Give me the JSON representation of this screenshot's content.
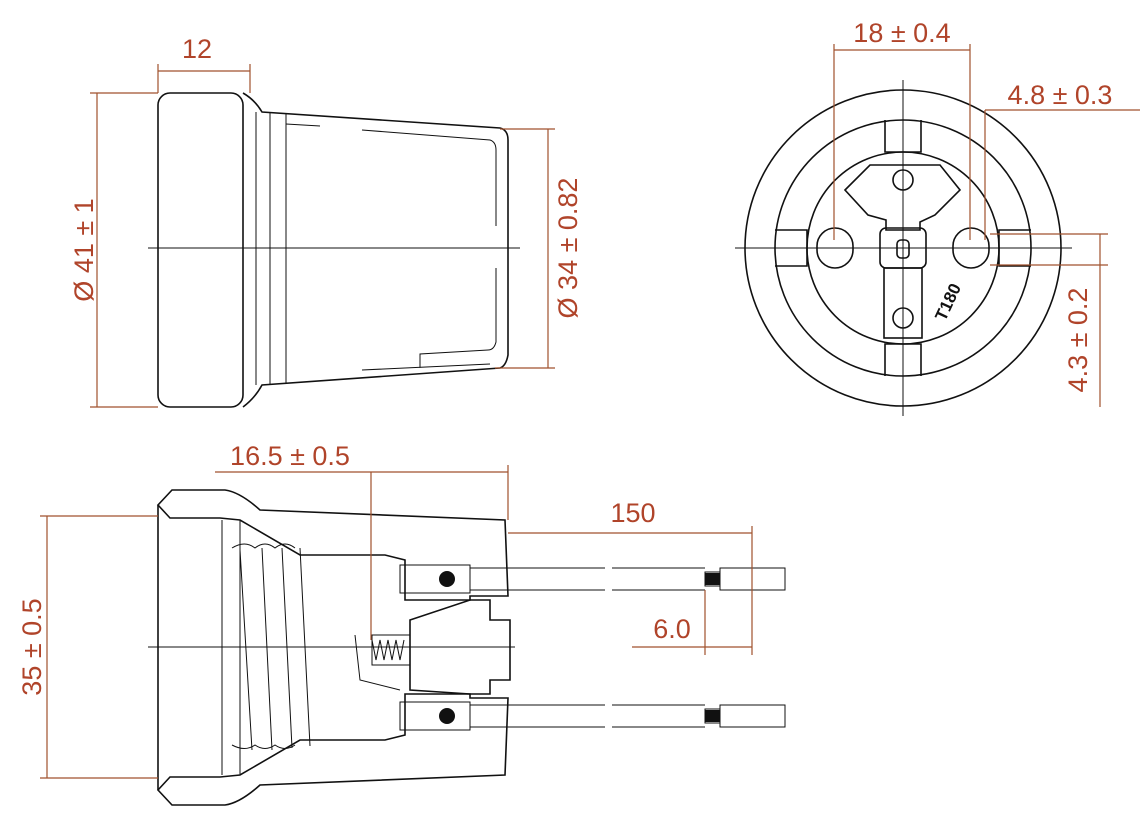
{
  "title": "Lamp holder technical drawing",
  "side_view": {
    "dim_length": "12",
    "dim_outer_diameter": "Ø 41 ± 1",
    "dim_rear_diameter": "Ø 34 ± 0.82"
  },
  "end_view": {
    "dim_width": "18 ± 0.4",
    "dim_slot": "4.8 ± 0.3",
    "dim_height": "4.3 ± 0.2",
    "marking": "T180"
  },
  "section_view": {
    "dim_depth": "16.5 ± 0.5",
    "dim_wire_length": "150",
    "dim_strip_length": "6.0",
    "dim_height": "35 ± 0.5"
  },
  "colors": {
    "dimension": "#b0442a",
    "outline": "#111111"
  }
}
